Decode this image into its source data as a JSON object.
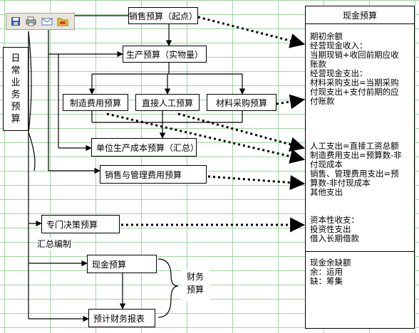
{
  "toolbar": {
    "icons": [
      "save-icon",
      "print-icon",
      "mail-icon",
      "folder-icon"
    ]
  },
  "left_label": [
    "日",
    "常",
    "业",
    "务",
    "预",
    "算"
  ],
  "boxes": {
    "sales": "销售预算（起点）",
    "production": "生产预算（实物量）",
    "overhead": "制造费用预算",
    "labor": "直接人工预算",
    "material": "材料采购预算",
    "unit_cost": "单位生产成本预算（汇总）",
    "sales_admin": "销售与管理费用预算",
    "special": "专门决策预算",
    "summary_label": "汇总编制",
    "cash_budget": "现金预算",
    "fin_statements": "预计财务报表"
  },
  "financial_budget_label": [
    "财务",
    "预算"
  ],
  "cash_panel": {
    "title": "现金预算",
    "section1": [
      "期初余额",
      "经营现金收入：",
      "当期现销+收回前期应收",
      "账款",
      "经营现金支出：",
      "材料采购支出=当期采购",
      "付现支出+支付前期的应",
      "付账款"
    ],
    "section2": [
      "人工支出=直接工资总额",
      "制造费用支出=预算数-非",
      "付现成本",
      "销售、管理费用支出=预",
      "算数-非付现成本",
      "其他支出"
    ],
    "section3": [
      "资本性收支：",
      "投资性支出",
      "借入长期借款"
    ],
    "section4": [
      "现金余缺额",
      "余：运用",
      "缺：筹集"
    ]
  }
}
